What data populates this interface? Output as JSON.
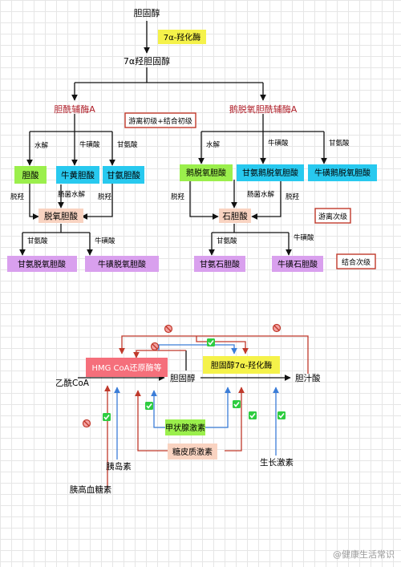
{
  "top": {
    "cholesterol": "胆固醇",
    "enzyme": "7α-羟化酶",
    "hydroxy": "7α羟胆固醇",
    "primary_a": "胆酰辅酶A",
    "primary_b": "鹅脱氧胆酰辅酶A",
    "note_primary": "游离初级+结合初级",
    "edge_water_1": "水解",
    "edge_taurine_1": "牛磺酸",
    "edge_glycine_1": "甘氨酸",
    "edge_water_2": "水解",
    "edge_taurine_2": "牛磺酸",
    "edge_glycine_2": "甘氨酸",
    "cholic": "胆酸",
    "tauro_cholic": "牛黄胆酸",
    "glyco_cholic": "甘氨胆酸",
    "cheno": "鹅脱氧胆酸",
    "glyco_cheno": "甘氨鹅脱氧胆酸",
    "tauro_cheno": "牛磺鹅脱氧胆酸",
    "edge_dehyd_1": "脱羟",
    "edge_bacteria_1": "肠菌水解",
    "edge_dehyd_2": "脱羟",
    "edge_dehyd_3": "脱羟",
    "edge_bacteria_2": "肠菌水解",
    "edge_dehyd_4": "脱羟",
    "deoxycholic": "脱氧胆酸",
    "lithocholic": "石胆酸",
    "note_secondary_free": "游离次级",
    "edge_glycine_3": "甘氨酸",
    "edge_taurine_3": "牛磺酸",
    "edge_glycine_4": "甘氨酸",
    "edge_taurine_4": "牛磺酸",
    "glyco_deoxy": "甘氨脱氧胆酸",
    "tauro_deoxy": "牛磺脱氧胆酸",
    "glyco_litho": "甘氨石胆酸",
    "tauro_litho": "牛磺石胆酸",
    "note_secondary_conj": "结合次级"
  },
  "bottom": {
    "acetyl": "乙酰CoA",
    "hmg": "HMG CoA还原酶等",
    "chol": "胆固醇",
    "enzyme": "胆固醇7α-羟化酶",
    "bile_acid": "胆汁酸",
    "thyroid": "甲状腺激素",
    "cortisol": "糖皮质激素",
    "insulin": "胰岛素",
    "glucagon": "胰高血糖素",
    "gh": "生长激素"
  },
  "watermark": "@健康生活常识",
  "colors": {
    "yellow": "#f5f24a",
    "green": "#9bef4c",
    "cyan": "#28c9ef",
    "peach": "#f9d3c1",
    "purple": "#d9a0ee",
    "pink_red": "#f56f7b",
    "inhibit_red": "#c0392b",
    "promote_blue": "#3b7dd8",
    "check_green": "#2ecc40"
  }
}
